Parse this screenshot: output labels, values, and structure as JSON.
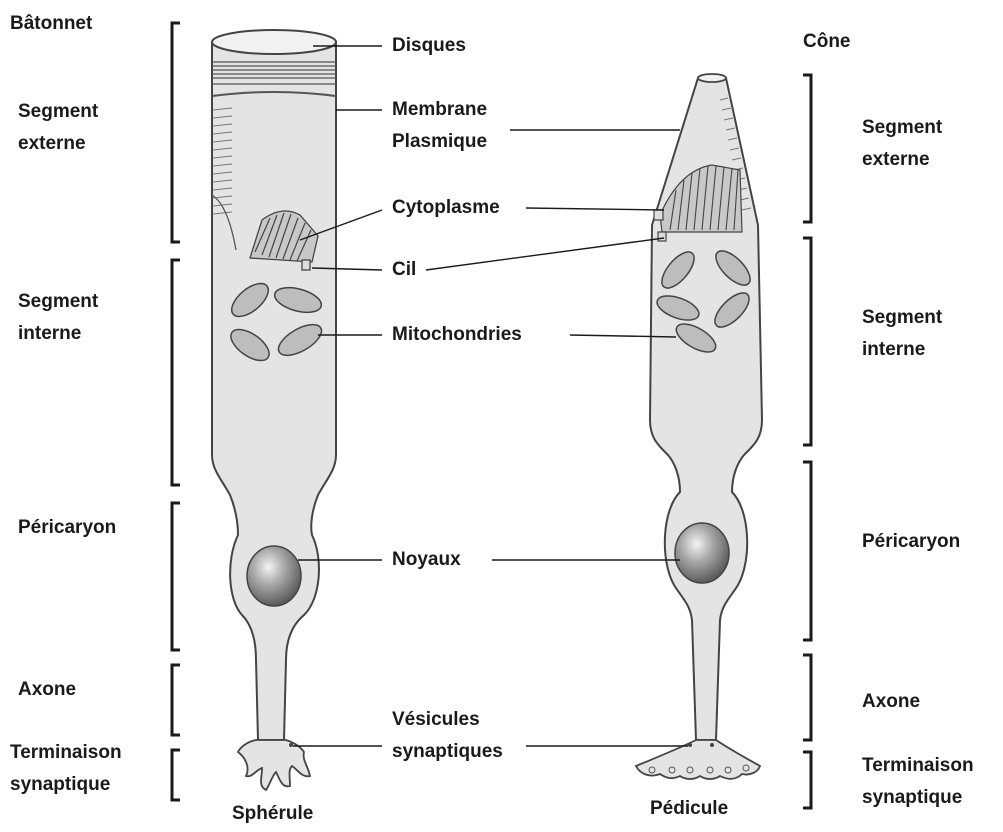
{
  "left_cell": {
    "title": "Bâtonnet",
    "regions": {
      "outer": [
        "Segment",
        "externe"
      ],
      "inner": [
        "Segment",
        "interne"
      ],
      "body": "Péricaryon",
      "axon": "Axone",
      "terminal": [
        "Terminaison",
        "synaptique"
      ]
    },
    "ending": "Sphérule"
  },
  "right_cell": {
    "title": "Cône",
    "regions": {
      "outer": [
        "Segment",
        "externe"
      ],
      "inner": [
        "Segment",
        "interne"
      ],
      "body": "Péricaryon",
      "axon": "Axone",
      "terminal": [
        "Terminaison",
        "synaptique"
      ]
    },
    "ending": "Pédicule"
  },
  "parts": {
    "disks": "Disques",
    "membrane": [
      "Membrane",
      "Plasmique"
    ],
    "cytoplasm": "Cytoplasme",
    "cilium": "Cil",
    "mitochondria": "Mitochondries",
    "nuclei": "Noyaux",
    "vesicles": [
      "Vésicules",
      "synaptiques"
    ]
  },
  "colors": {
    "cell_fill": "#e4e4e4",
    "outline": "#444444",
    "text": "#1a1a1a",
    "nucleus": "#8a8a8a"
  }
}
